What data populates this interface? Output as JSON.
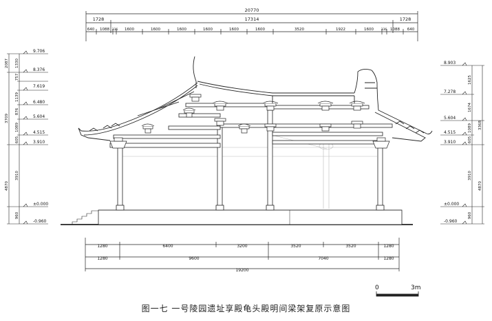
{
  "caption": "图一七   一号陵园遗址享殿龟头殿明间梁架复原示意图",
  "top_dimensions": {
    "overall": "20770",
    "row2": [
      "1728",
      "17314",
      "1728"
    ],
    "row3": [
      "640",
      "1088",
      "336",
      "1600",
      "1600",
      "1600",
      "1600",
      "1600",
      "1600",
      "3520",
      "1922",
      "1600",
      "336",
      "1088",
      "640"
    ]
  },
  "bottom_dimensions": {
    "row1": [
      "1280",
      "6400",
      "3200",
      "3520",
      "3520",
      "1280"
    ],
    "row2": [
      "1280",
      "9600",
      "7040",
      "1280"
    ],
    "overall": "19200"
  },
  "left_elevations": [
    "9.706",
    "8.376",
    "7.619",
    "6.480",
    "5.604",
    "4.515",
    "3.910",
    "±0.000",
    "-0.960"
  ],
  "left_dims": [
    "2087",
    "1330",
    "757",
    "1139",
    "876",
    "1089",
    "605",
    "3709",
    "3910",
    "4870",
    "960"
  ],
  "right_elevations": [
    "8.903",
    "7.278",
    "5.604",
    "4.515",
    "3.910",
    "±0.000",
    "-0.960"
  ],
  "right_dims": [
    "1625",
    "1674",
    "3368",
    "1089",
    "605",
    "3910",
    "4870",
    "960"
  ],
  "scale_bar": {
    "start": "0",
    "end": "3m"
  }
}
